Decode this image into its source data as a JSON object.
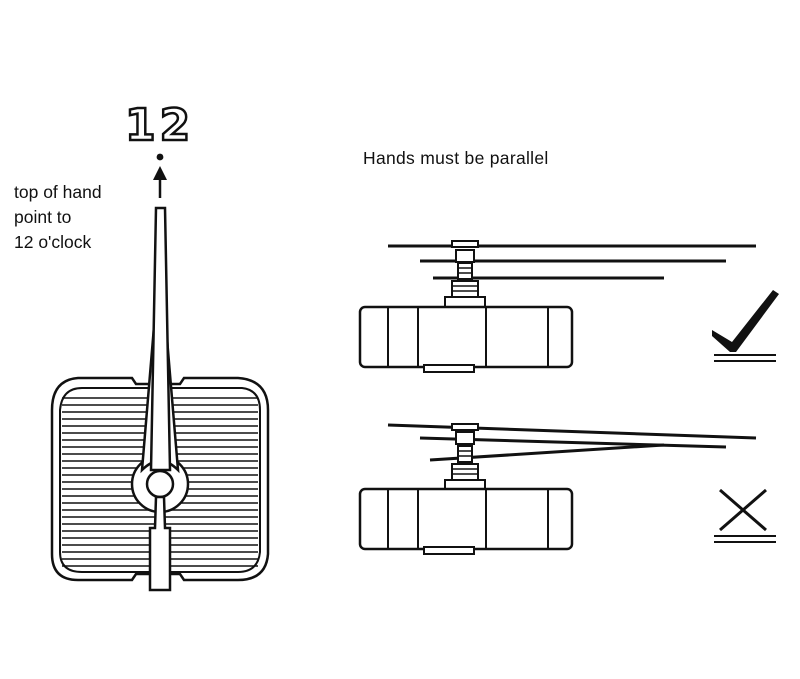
{
  "diagram": {
    "twelve_label": "12",
    "instruction": {
      "line1": "top of hand",
      "line2": "point to",
      "line3": "12 o'clock"
    },
    "caption": "Hands must be parallel",
    "icons": {
      "correct": "check-mark-icon",
      "incorrect": "x-mark-icon"
    },
    "colors": {
      "ink": "#111111",
      "paper": "#ffffff"
    }
  }
}
